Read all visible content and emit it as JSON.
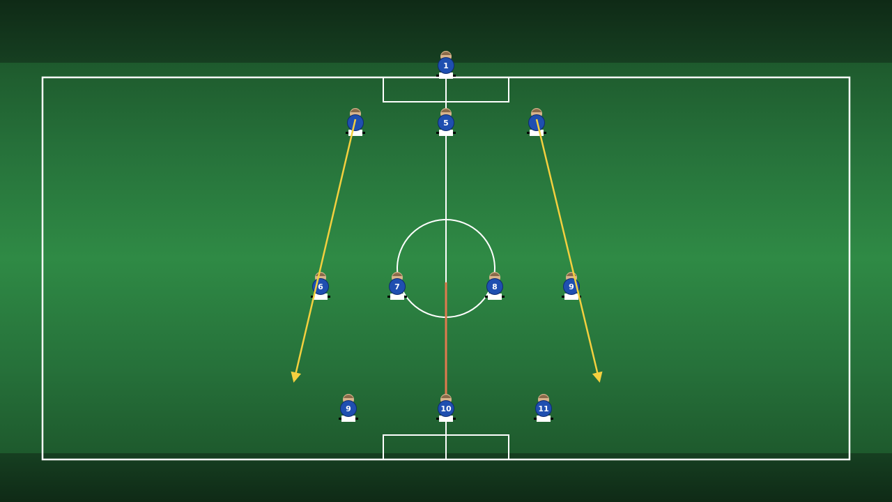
{
  "colors": {
    "field_lines": "#ffffff",
    "jersey": "#1f4fb0",
    "jersey_outline": "#0e2a6e",
    "skin": "#d8b48c",
    "hair": "#8a6a4a",
    "shorts": "#ffffff",
    "movement_arrow": "#f4d03f",
    "center_run": "#e07a4f"
  },
  "players": [
    {
      "number": "1",
      "role": "goalkeeper"
    },
    {
      "number": "",
      "role": "left-back"
    },
    {
      "number": "5",
      "role": "center-back"
    },
    {
      "number": "",
      "role": "right-back"
    },
    {
      "number": "6",
      "role": "left-mid"
    },
    {
      "number": "7",
      "role": "center-mid-left"
    },
    {
      "number": "8",
      "role": "center-mid-right"
    },
    {
      "number": "9",
      "role": "right-mid"
    },
    {
      "number": "9",
      "role": "left-forward"
    },
    {
      "number": "10",
      "role": "center-forward"
    },
    {
      "number": "11",
      "role": "right-forward"
    }
  ],
  "arrows": [
    {
      "from_player": 1,
      "direction": "down-left",
      "type": "movement"
    },
    {
      "from_player": 3,
      "direction": "down-right",
      "type": "movement"
    }
  ]
}
